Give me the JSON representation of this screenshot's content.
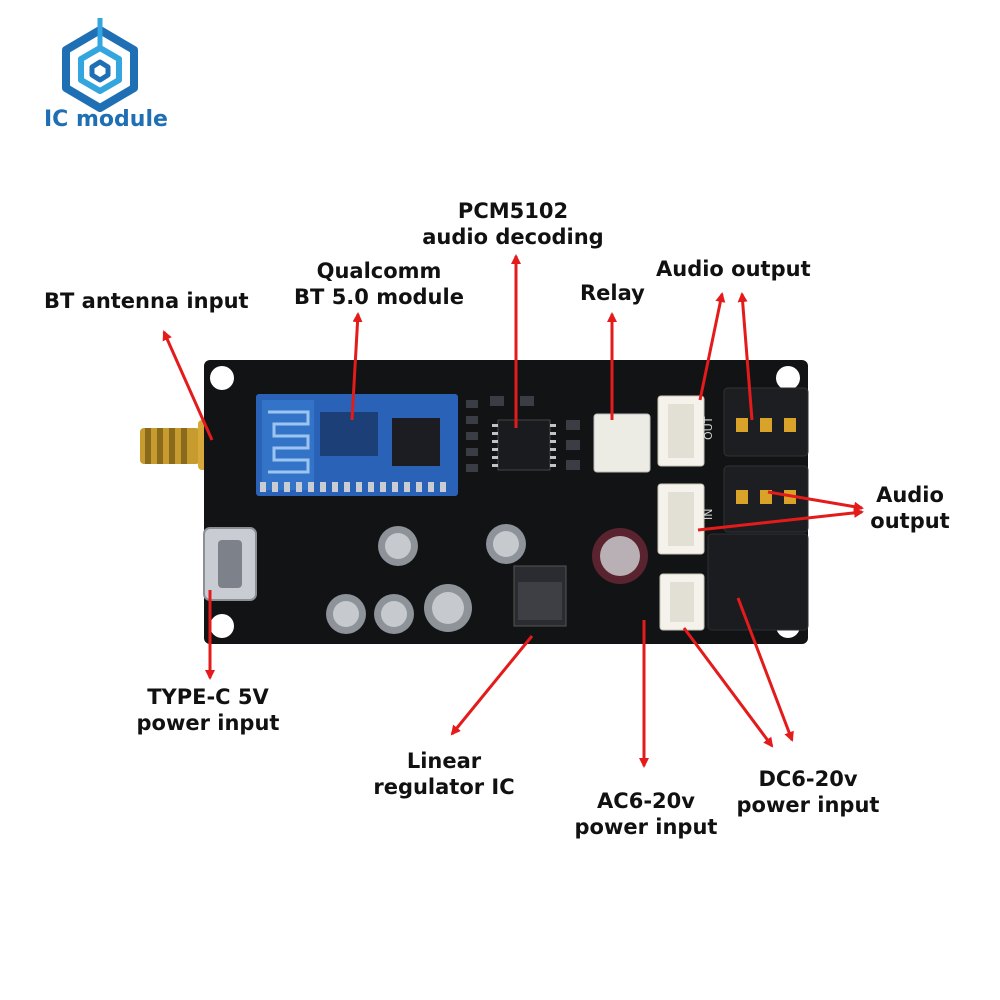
{
  "brand": {
    "name": "IC module",
    "accent": "#1f6fb5",
    "accent_light": "#33a6df",
    "icon": "hexagon-logo-icon"
  },
  "board": {
    "color": "#111214",
    "module_color": "#2a62b8",
    "silk_out": "OUT",
    "silk_in": "IN"
  },
  "arrow_color": "#e31b1b",
  "labels": {
    "bt_antenna": "BT antenna input",
    "bt_module": "Qualcomm\nBT 5.0 module",
    "pcm": "PCM5102\naudio decoding",
    "relay": "Relay",
    "audio_output_top": "Audio output",
    "audio_output_right": "Audio\noutput",
    "typec": "TYPE-C 5V\npower input",
    "regulator": "Linear\nregulator IC",
    "ac_power": "AC6-20v\npower input",
    "dc_power": "DC6-20v\npower input"
  }
}
